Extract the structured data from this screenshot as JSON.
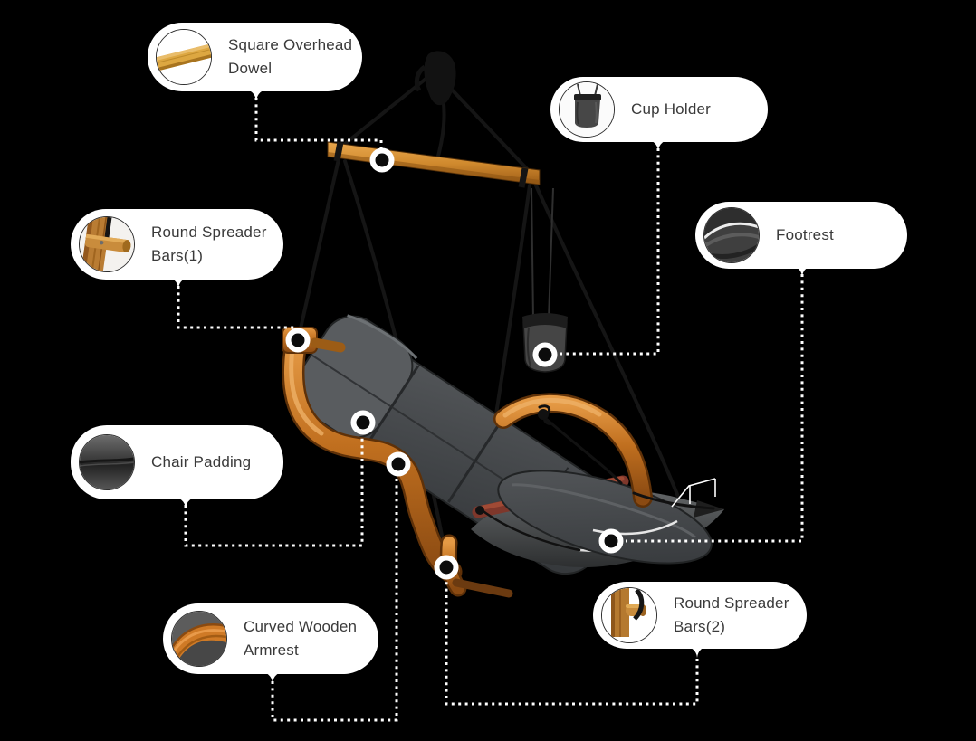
{
  "diagram": {
    "title": "Hanging chair parts diagram",
    "background_color": "#000000",
    "bubble_color": "#ffffff",
    "label_text_color": "#3a3a3a",
    "connector_color": "#ffffff",
    "wood_color": "#c97b2d",
    "cushion_color": "#4a4d4f",
    "rope_color": "#151515",
    "footrest_bar_color": "#7e372b"
  },
  "callouts": [
    {
      "id": "square-overhead-dowel",
      "line1": "Square Overhead",
      "line2": "Dowel",
      "icon": "wooden-dowel-photo"
    },
    {
      "id": "cup-holder",
      "line1": "Cup Holder",
      "line2": "",
      "icon": "cup-holder-photo"
    },
    {
      "id": "round-spreader-bars-1",
      "line1": "Round Spreader",
      "line2": "Bars(1)",
      "icon": "spreader-bar-1-photo"
    },
    {
      "id": "footrest",
      "line1": "Footrest",
      "line2": "",
      "icon": "footrest-photo"
    },
    {
      "id": "chair-padding",
      "line1": "Chair Padding",
      "line2": "",
      "icon": "chair-padding-photo"
    },
    {
      "id": "curved-wooden-armrest",
      "line1": "Curved Wooden",
      "line2": "Armrest",
      "icon": "curved-armrest-photo"
    },
    {
      "id": "round-spreader-bars-2",
      "line1": "Round Spreader",
      "line2": "Bars(2)",
      "icon": "spreader-bar-2-photo"
    }
  ]
}
